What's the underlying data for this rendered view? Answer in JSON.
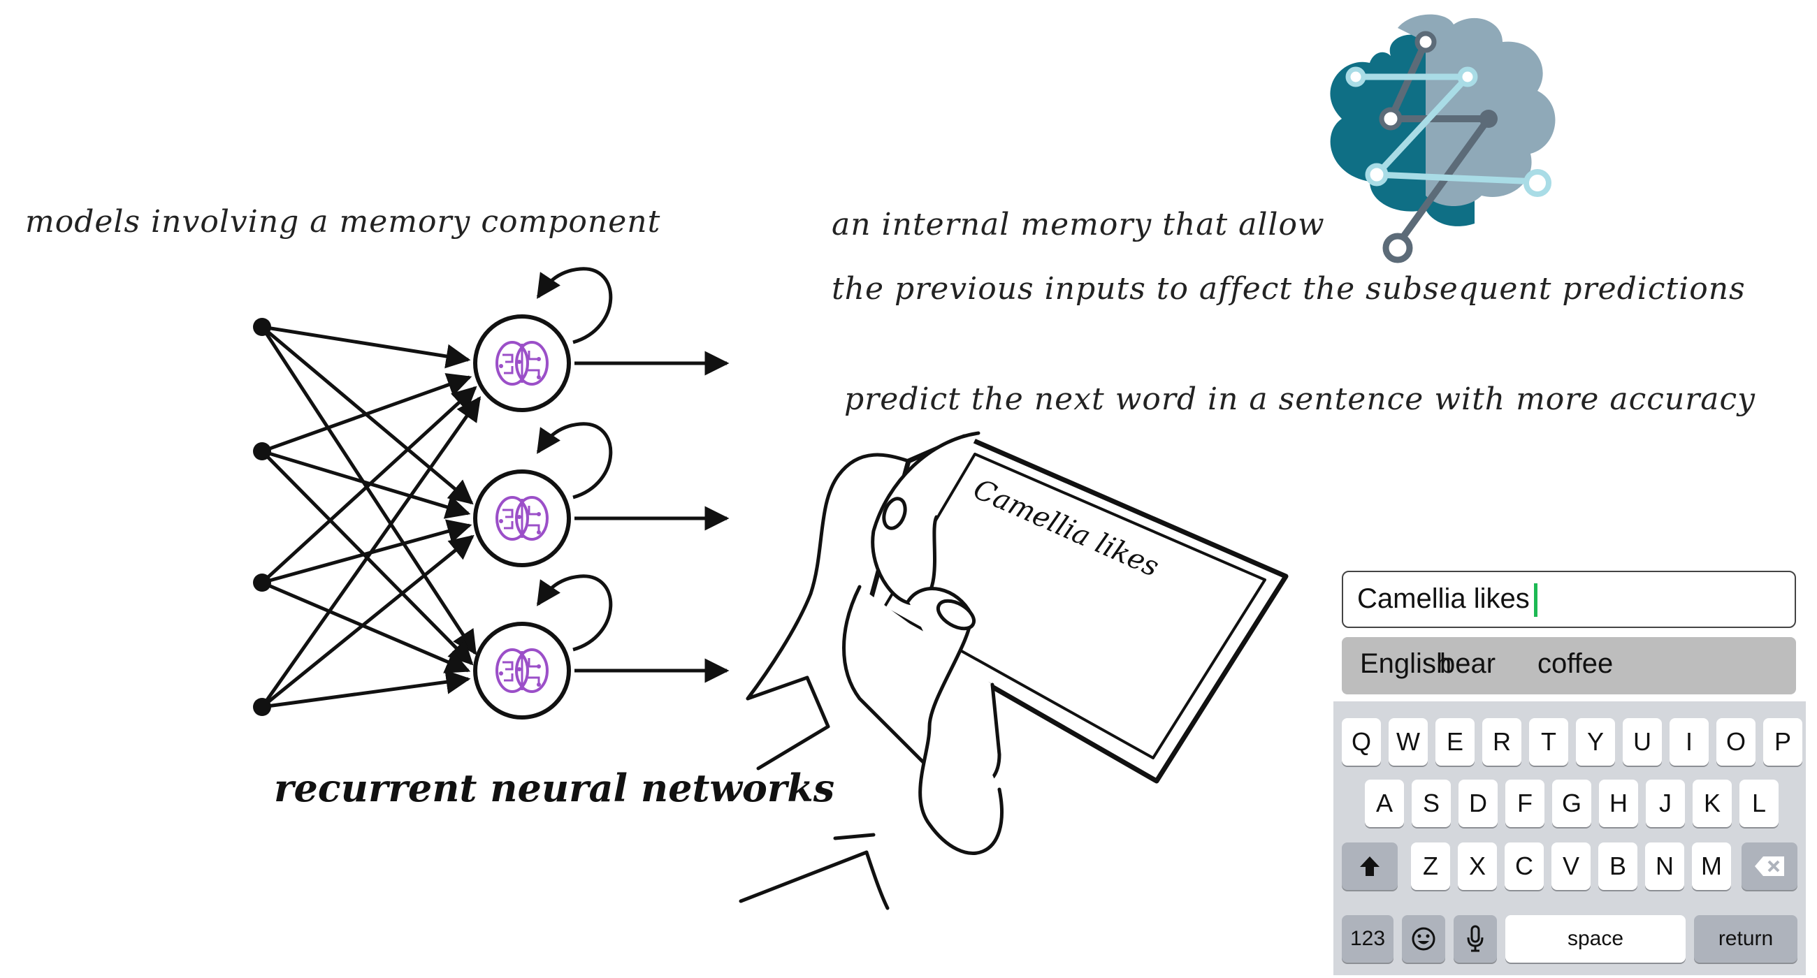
{
  "left_texts": {
    "models_caption": "models involving a memory component",
    "rnn_title": "recurrent neural networks"
  },
  "right_texts": {
    "memory_line1": "an internal memory that allow",
    "memory_line2": "the previous inputs to affect the subsequent predictions",
    "predict_line": "predict the next word in a sentence with more accuracy"
  },
  "phone": {
    "screen_text": "Camellia likes"
  },
  "keyboard": {
    "input_value": "Camellia likes",
    "suggestions": [
      "English",
      "bear",
      "coffee"
    ],
    "row1": [
      "Q",
      "W",
      "E",
      "R",
      "T",
      "Y",
      "U",
      "I",
      "O",
      "P"
    ],
    "row2": [
      "A",
      "S",
      "D",
      "F",
      "G",
      "H",
      "J",
      "K",
      "L"
    ],
    "row3": [
      "Z",
      "X",
      "C",
      "V",
      "B",
      "N",
      "M"
    ],
    "numbers_key": "123",
    "space_key": "space",
    "return_key": "return",
    "shift_icon": "shift-up-arrow-icon",
    "backspace_icon": "backspace-icon",
    "emoji_icon": "emoji-icon",
    "mic_icon": "microphone-icon"
  },
  "colors": {
    "brain": "#9b4fc8",
    "logo_teal": "#0f6f85",
    "logo_grey": "#8fa9b8",
    "caret_green": "#1db954"
  }
}
